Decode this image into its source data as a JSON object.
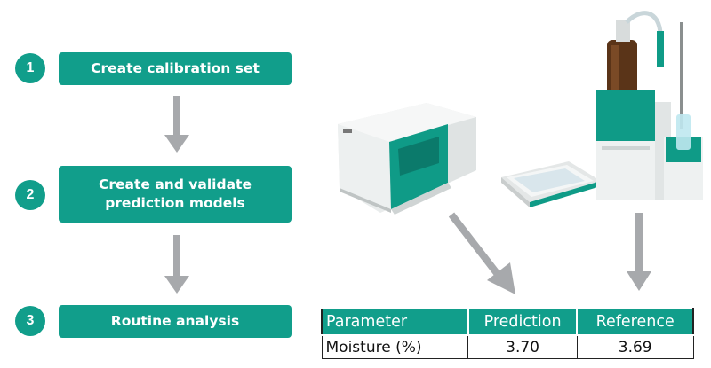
{
  "steps": [
    {
      "number": "1",
      "label": "Create calibration set"
    },
    {
      "number": "2",
      "label": "Create and validate prediction models"
    },
    {
      "number": "3",
      "label": "Routine analysis"
    }
  ],
  "results_table": {
    "headers": [
      "Parameter",
      "Prediction",
      "Reference"
    ],
    "rows": [
      [
        "Moisture (%)",
        "3.70",
        "3.69"
      ]
    ]
  },
  "colors": {
    "accent": "#119e8b",
    "arrow": "#a7a9ac"
  }
}
